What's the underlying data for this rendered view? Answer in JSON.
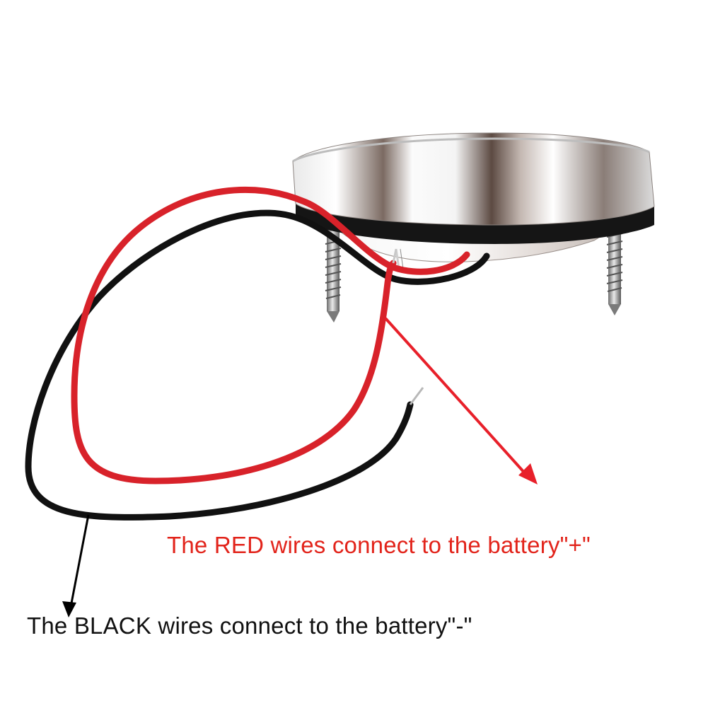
{
  "captions": {
    "red": "The RED wires connect to the battery\"+\"",
    "black": "The BLACK wires connect to the battery\"-\""
  },
  "colors": {
    "red_wire": "#d8222a",
    "black_wire": "#111111",
    "red_caption": "#e2231a",
    "black_caption": "#111111",
    "red_arrow": "#e8202a",
    "black_arrow": "#000000",
    "steel_light": "#f2f2f2",
    "steel_dark": "#4a3b35",
    "gasket": "#151515"
  },
  "objects": {
    "fixture": "stainless-steel-led-light",
    "screws": "mounting-screws",
    "wires": "red-and-black-wires"
  }
}
